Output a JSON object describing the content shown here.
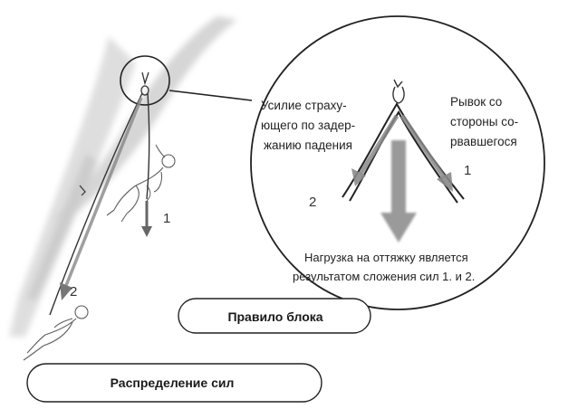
{
  "diagram": {
    "annotations": {
      "belayer_force": [
        "Усилие  страху-",
        "ющего по задер-",
        "жанию падения"
      ],
      "fall_jerk": [
        "Рывок со",
        "стороны со-",
        "рвавшегося"
      ],
      "anchor_load": [
        "Нагрузка на оттяжку является",
        "результатом сложения сил 1. и 2."
      ]
    },
    "force_labels": {
      "one": "1",
      "two": "2"
    },
    "banners": {
      "pulley_rule": "Правило блока",
      "force_distribution": "Распределение сил"
    }
  }
}
